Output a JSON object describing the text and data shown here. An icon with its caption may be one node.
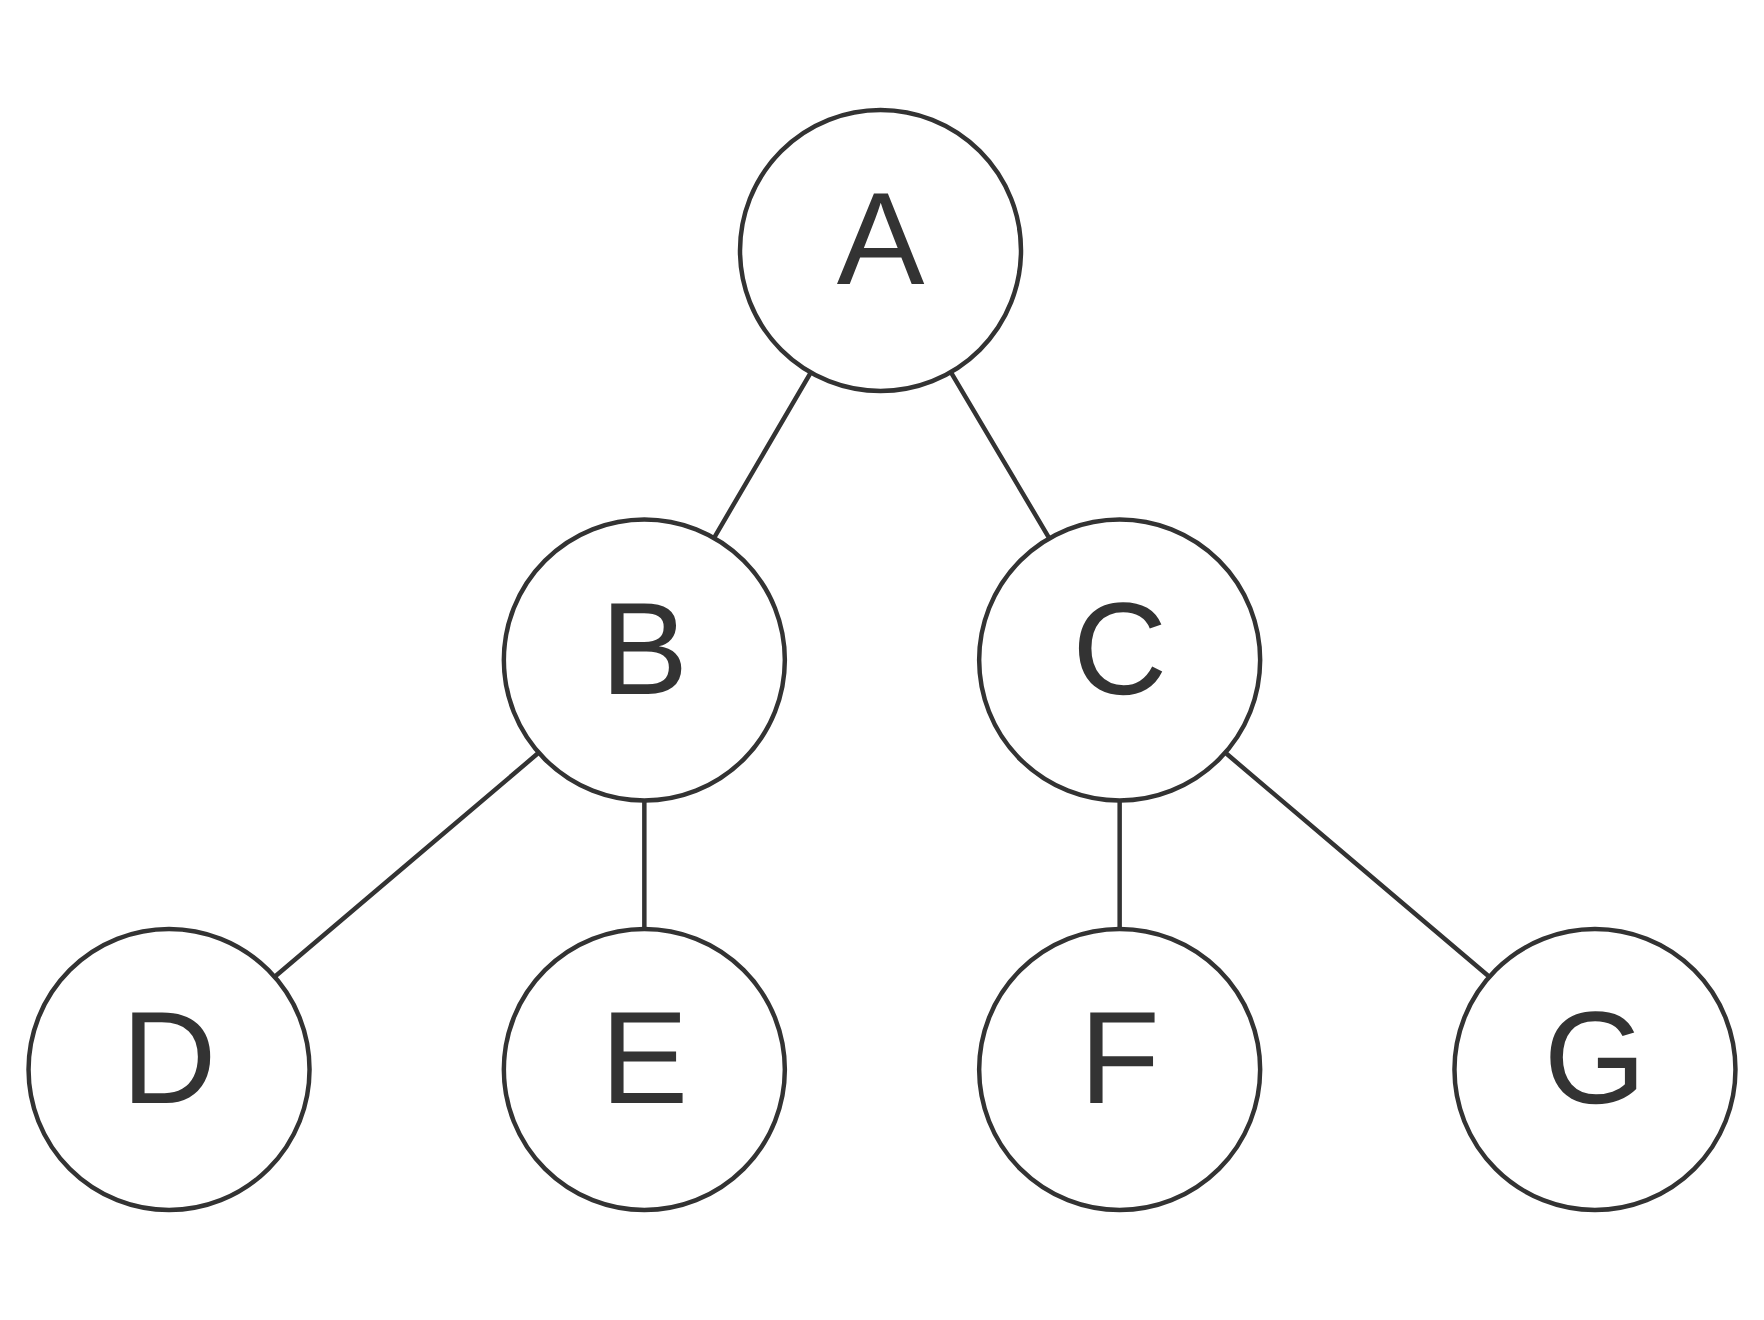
{
  "diagram": {
    "nodes": [
      {
        "text": [
          "A"
        ]
      },
      {
        "text": [
          "B"
        ]
      },
      {
        "text": [
          "C"
        ]
      },
      {
        "text": [
          "D"
        ]
      },
      {
        "text": [
          "E"
        ]
      },
      {
        "text": [
          "F"
        ]
      },
      {
        "text": [
          "G"
        ]
      }
    ],
    "edges": [
      {
        "from": 0,
        "to": 1,
        "arrow": "none"
      },
      {
        "from": 0,
        "to": 2,
        "arrow": "none"
      },
      {
        "from": 1,
        "to": 3,
        "arrow": "none"
      },
      {
        "from": 1,
        "to": 4,
        "arrow": "none"
      },
      {
        "from": 2,
        "to": 5,
        "arrow": "none"
      },
      {
        "from": 2,
        "to": 6,
        "arrow": "none"
      }
    ]
  }
}
